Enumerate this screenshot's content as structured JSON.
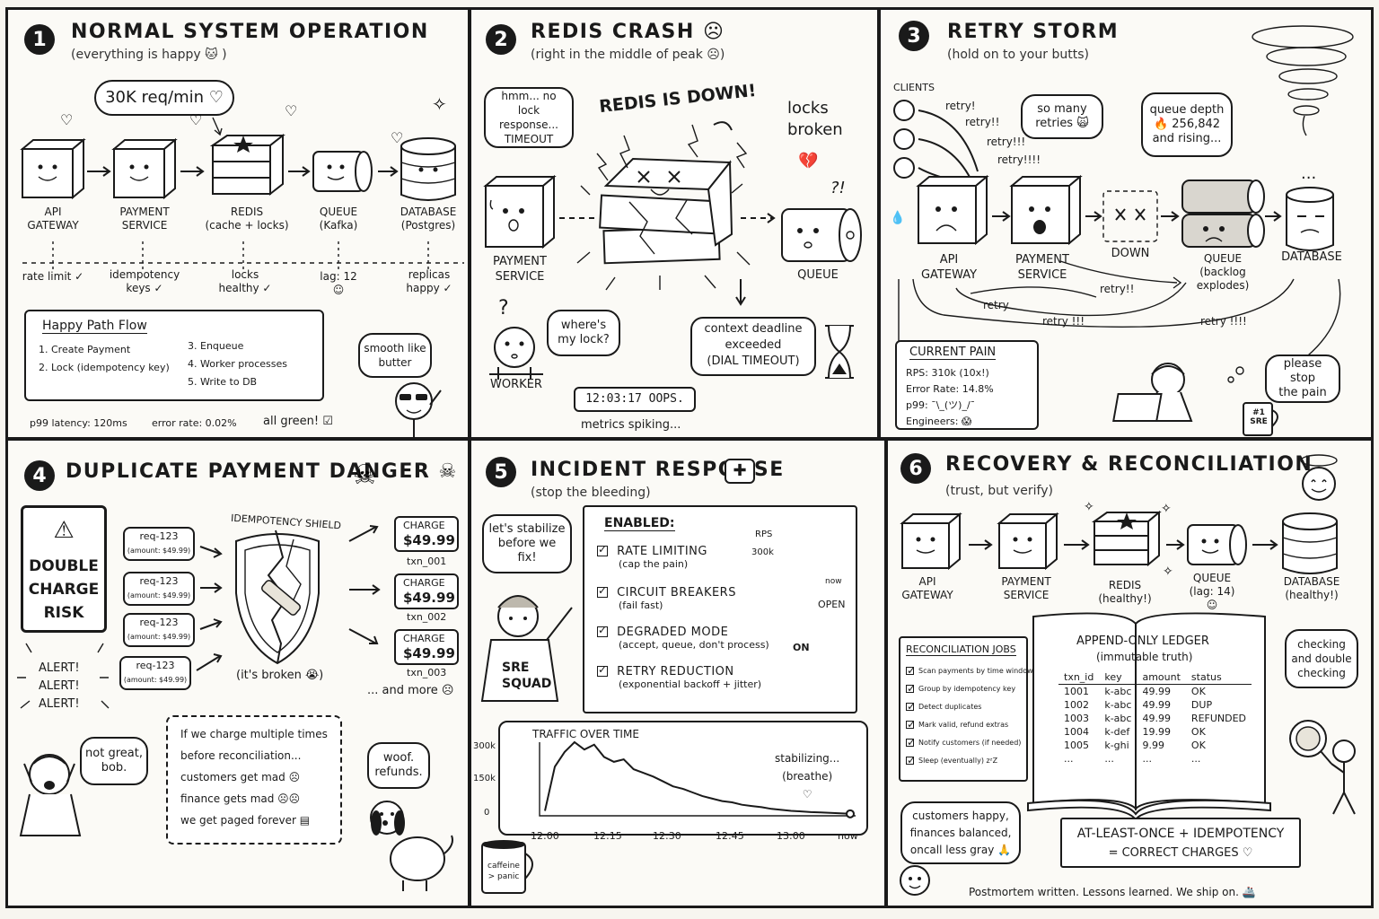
{
  "panel1": {
    "number": "1",
    "title": "NORMAL SYSTEM OPERATION",
    "subtitle": "(everything is happy 🐱 )",
    "bubble": "30K req/min ♡",
    "components": [
      {
        "name": "API\nGATEWAY",
        "note": "rate limit ✓"
      },
      {
        "name": "PAYMENT\nSERVICE",
        "note": "idempotency\nkeys ✓"
      },
      {
        "name": "REDIS\n(cache + locks)",
        "note": "locks\nhealthy ✓"
      },
      {
        "name": "QUEUE\n(Kafka)",
        "note": "lag: 12\n☺"
      },
      {
        "name": "DATABASE\n(Postgres)",
        "note": "replicas\nhappy ✓"
      }
    ],
    "flow_title": "Happy Path Flow",
    "flow_left": [
      "1. Create Payment",
      "2. Lock (idempotency key)"
    ],
    "flow_right": [
      "3. Enqueue",
      "4. Worker processes",
      "5. Write to DB"
    ],
    "smooth": "smooth like\nbutter",
    "p99": "p99 latency: 120ms",
    "error_rate": "error rate: 0.02%",
    "all_green": "all green! ☑"
  },
  "panel2": {
    "number": "2",
    "title": "REDIS CRASH ☹",
    "subtitle": "(right in the middle of peak ☹)",
    "thought": "hmm... no lock\nresponse...\nTIMEOUT",
    "redis_down": "REDIS IS DOWN!",
    "locks_broken": "locks\nbroken",
    "payment_label": "PAYMENT\nSERVICE",
    "queue_label": "QUEUE",
    "qmark": "?!",
    "worker_q": "?",
    "worker_bubble": "where's\nmy lock?",
    "worker_label": "WORKER",
    "deadline": "context deadline\nexceeded\n(DIAL TIMEOUT)",
    "clock": "12:03:17  OOPS.",
    "metrics": "metrics spiking..."
  },
  "panel3": {
    "number": "3",
    "title": "RETRY STORM",
    "subtitle": "(hold on to your butts)",
    "clients": "CLIENTS",
    "retries": [
      "retry!",
      "retry!!",
      "retry!!!",
      "retry!!!!"
    ],
    "so_many": "so many\nretries 🙀",
    "queue_depth": "queue depth\n🔥 256,842\nand rising...",
    "api": "API\nGATEWAY",
    "payment": "PAYMENT\nSERVICE",
    "down": "DOWN",
    "queue": "QUEUE\n(backlog\nexplodes)",
    "database": "DATABASE",
    "dots": "...",
    "loop_retries": [
      "retry",
      "retry!!",
      "retry !!!",
      "retry !!!!"
    ],
    "pain_title": "CURRENT PAIN",
    "pain": [
      "RPS: 310k (10x!)",
      "Error Rate: 14.8%",
      "p99: ¯\\_(ツ)_/¯",
      "Engineers: 😱"
    ],
    "please_stop": "please stop\nthe pain",
    "mug": "#1\nSRE"
  },
  "panel4": {
    "number": "4",
    "title": "DUPLICATE PAYMENT DANGER ☠",
    "danger": "DOUBLE\nCHARGE\nRISK",
    "alerts": [
      "ALERT!",
      "ALERT!",
      "ALERT!"
    ],
    "shield_label": "IDEMPOTENCY SHIELD",
    "broken": "(it's broken 😭)",
    "requests": [
      {
        "id": "req-123",
        "amount": "(amount: $49.99)"
      },
      {
        "id": "req-123",
        "amount": "(amount: $49.99)"
      },
      {
        "id": "req-123",
        "amount": "(amount: $49.99)"
      },
      {
        "id": "req-123",
        "amount": "(amount: $49.99)"
      }
    ],
    "charges": [
      {
        "label": "CHARGE",
        "amount": "$49.99",
        "txn": "txn_001"
      },
      {
        "label": "CHARGE",
        "amount": "$49.99",
        "txn": "txn_002"
      },
      {
        "label": "CHARGE",
        "amount": "$49.99",
        "txn": "txn_003"
      }
    ],
    "and_more": "... and more ☹",
    "not_great": "not great,\nbob.",
    "consequences": [
      "If we charge multiple times",
      "before reconciliation...",
      "customers get mad ☹",
      "finance gets mad ☹☹",
      "we get paged forever ▤"
    ],
    "woof": "woof.\nrefunds."
  },
  "panel5": {
    "number": "5",
    "title": "INCIDENT RESPONSE",
    "subtitle": "(stop the bleeding)",
    "stabilize": "let's stabilize\nbefore we\nfix!",
    "squad": "SRE\nSQUAD",
    "enabled": "ENABLED:",
    "items": [
      {
        "title": "RATE LIMITING",
        "sub": "(cap the pain)"
      },
      {
        "title": "CIRCUIT BREAKERS",
        "sub": "(fail fast)"
      },
      {
        "title": "DEGRADED MODE",
        "sub": "(accept, queue, don't process)"
      },
      {
        "title": "RETRY REDUCTION",
        "sub": "(exponential backoff + jitter)"
      }
    ],
    "rps_label": "RPS",
    "rps_value": "300k",
    "now": "now",
    "open": "OPEN",
    "on": "ON",
    "coffee": "caffeine\n> panic"
  },
  "panel6": {
    "number": "6",
    "title": "RECOVERY & RECONCILIATION",
    "subtitle": "(trust, but verify)",
    "components": [
      {
        "name": "API\nGATEWAY"
      },
      {
        "name": "PAYMENT\nSERVICE"
      },
      {
        "name": "REDIS\n(healthy!)"
      },
      {
        "name": "QUEUE\n(lag: 14)\n☺"
      },
      {
        "name": "DATABASE\n(healthy!)"
      }
    ],
    "jobs_title": "RECONCILIATION JOBS",
    "jobs": [
      "Scan payments by time window",
      "Group by idempotency key",
      "Detect duplicates",
      "Mark valid, refund extras",
      "Notify customers (if needed)",
      "Sleep (eventually) zᶻZ"
    ],
    "ledger_title": "APPEND-ONLY LEDGER",
    "ledger_sub": "(immutable truth)",
    "ledger_headers": [
      "txn_id",
      "key",
      "amount",
      "status"
    ],
    "ledger_rows": [
      [
        "1001",
        "k-abc",
        "49.99",
        "OK"
      ],
      [
        "1002",
        "k-abc",
        "49.99",
        "DUP"
      ],
      [
        "1003",
        "k-abc",
        "49.99",
        "REFUNDED"
      ],
      [
        "1004",
        "k-def",
        "19.99",
        "OK"
      ],
      [
        "1005",
        "k-ghi",
        "9.99",
        "OK"
      ],
      [
        "...",
        "...",
        "...",
        "..."
      ]
    ],
    "checking": "checking\nand double\nchecking",
    "customers": "customers happy,\nfinances balanced,\noncall less gray 🙏",
    "formula1": "AT-LEAST-ONCE + IDEMPOTENCY",
    "formula2": "= CORRECT CHARGES ♡",
    "footer": "Postmortem written. Lessons learned. We ship on. 🚢"
  },
  "chart_data": {
    "type": "line",
    "title": "TRAFFIC OVER TIME",
    "x_ticks": [
      "12:00",
      "12:15",
      "12:30",
      "12:45",
      "13:00",
      "now"
    ],
    "y_ticks": [
      "300k",
      "150k",
      "0"
    ],
    "ylim": [
      0,
      300
    ],
    "series": [
      {
        "values": [
          20,
          200,
          260,
          300,
          270,
          290,
          240,
          220,
          230,
          190,
          175,
          160,
          140,
          120,
          110,
          95,
          80,
          70,
          60,
          55,
          45,
          40,
          35,
          28,
          24,
          20,
          18,
          15,
          14,
          12,
          10,
          8
        ]
      }
    ],
    "annotation": "stabilizing...\n(breathe)\n♡"
  }
}
